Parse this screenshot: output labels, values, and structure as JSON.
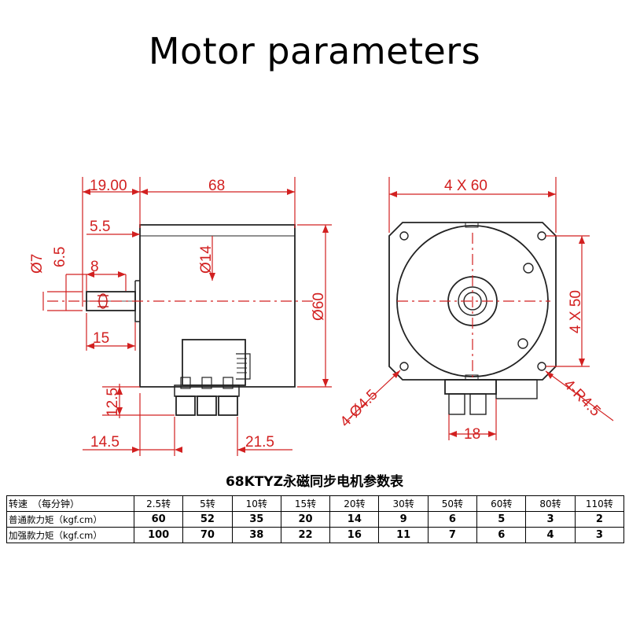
{
  "title": "Motor parameters",
  "side_view": {
    "dims": {
      "d1": "19.00",
      "d2": "68",
      "d3": "5.5",
      "d4": "Ø14",
      "d5": "Ø7",
      "d6": "6.5",
      "d7": "8",
      "d8": "Ø60",
      "d9": "15",
      "d10": "12.5",
      "d11": "14.5",
      "d12": "21.5"
    }
  },
  "front_view": {
    "dims": {
      "d1": "4 X 60",
      "d2": "4 X 50",
      "d3": "4-Ø4.5",
      "d4": "4-R4.5",
      "d5": "18"
    }
  },
  "table": {
    "title": "68KTYZ永磁同步电机参数表",
    "header": [
      "转速　（每分钟）",
      "2.5转",
      "5转",
      "10转",
      "15转",
      "20转",
      "30转",
      "50转",
      "60转",
      "80转",
      "110转"
    ],
    "rows": [
      {
        "label": "普通款力矩（kgf.cm）",
        "values": [
          "60",
          "52",
          "35",
          "20",
          "14",
          "9",
          "6",
          "5",
          "3",
          "2"
        ]
      },
      {
        "label": "加强款力矩（kgf.cm）",
        "values": [
          "100",
          "70",
          "38",
          "22",
          "16",
          "11",
          "7",
          "6",
          "4",
          "3"
        ]
      }
    ]
  },
  "colors": {
    "dimension": "#d22020",
    "drawing": "#222222"
  }
}
